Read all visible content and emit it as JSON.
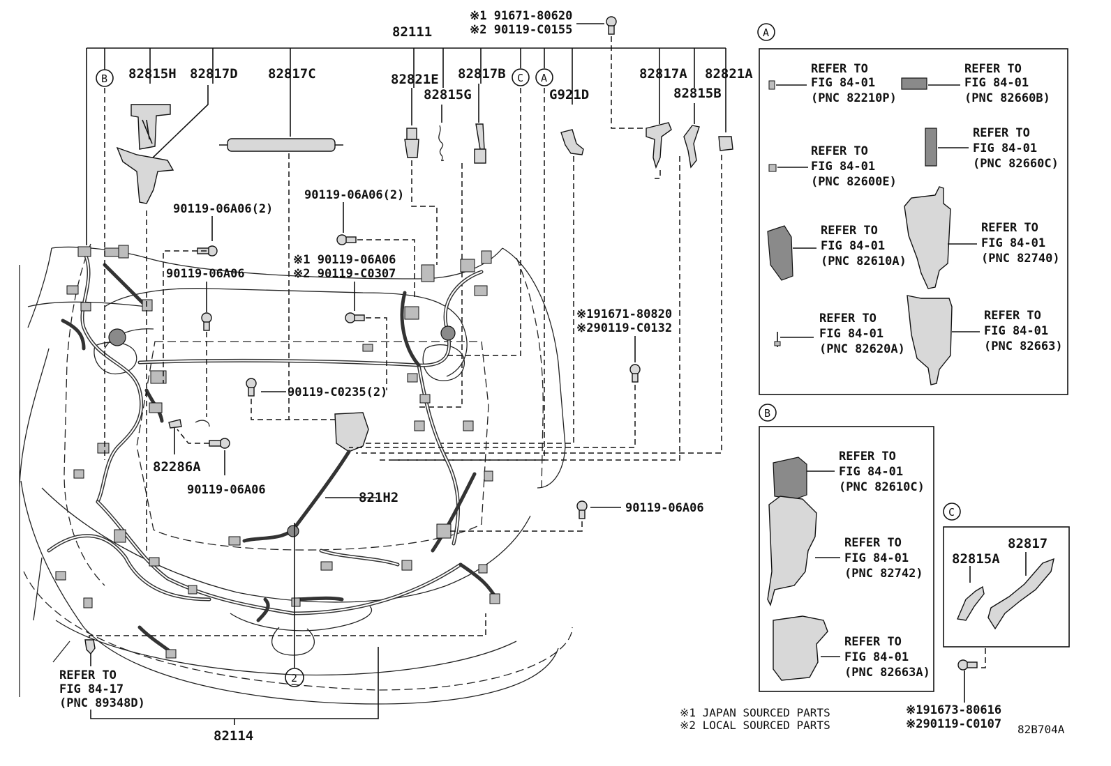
{
  "labels": {
    "harness_main": "82111",
    "harness_front": "82114",
    "p82815H": "82815H",
    "p82817D": "82817D",
    "p82817C": "82817C",
    "p82821E": "82821E",
    "p82817B": "82817B",
    "p82815G": "82815G",
    "pG921D": "G921D",
    "p82817A": "82817A",
    "p82821A": "82821A",
    "p82815B": "82815B",
    "p82286A": "82286A",
    "p821H2": "821H2",
    "bolt_top_1": "※1 91671-80620",
    "bolt_top_2": "※2 90119-C0155",
    "bolt_a": "90119-06A06(2)",
    "bolt_b": "90119-06A06",
    "bolt_c": "90119-06A06(2)",
    "bolt_d1": "※1 90119-06A06",
    "bolt_d2": "※2 90119-C0307",
    "bolt_e1": "※191671-80820",
    "bolt_e2": "※290119-C0132",
    "bolt_f": "90119-C0235(2)",
    "bolt_g": "90119-06A06",
    "bolt_h": "90119-06A06",
    "ref_front_1": "REFER TO",
    "ref_front_2": "FIG 84-17",
    "ref_front_3": "(PNC 89348D)"
  },
  "circles": {
    "A": "A",
    "B": "B",
    "C": "C",
    "two": "2"
  },
  "panel_a": {
    "title": "A",
    "refs": [
      {
        "l1": "REFER TO",
        "l2": "FIG 84-01",
        "l3": "(PNC 82210P)"
      },
      {
        "l1": "REFER TO",
        "l2": "FIG 84-01",
        "l3": "(PNC 82660B)"
      },
      {
        "l1": "REFER TO",
        "l2": "FIG 84-01",
        "l3": "(PNC 82600E)"
      },
      {
        "l1": "REFER TO",
        "l2": "FIG 84-01",
        "l3": "(PNC 82660C)"
      },
      {
        "l1": "REFER TO",
        "l2": "FIG 84-01",
        "l3": "(PNC 82610A)"
      },
      {
        "l1": "REFER TO",
        "l2": "FIG 84-01",
        "l3": "(PNC 82740)"
      },
      {
        "l1": "REFER TO",
        "l2": "FIG 84-01",
        "l3": "(PNC 82620A)"
      },
      {
        "l1": "REFER TO",
        "l2": "FIG 84-01",
        "l3": "(PNC 82663)"
      }
    ]
  },
  "panel_b": {
    "title": "B",
    "refs": [
      {
        "l1": "REFER TO",
        "l2": "FIG 84-01",
        "l3": "(PNC 82610C)"
      },
      {
        "l1": "REFER TO",
        "l2": "FIG 84-01",
        "l3": "(PNC 82742)"
      },
      {
        "l1": "REFER TO",
        "l2": "FIG 84-01",
        "l3": "(PNC 82663A)"
      }
    ]
  },
  "panel_c": {
    "title": "C",
    "p1": "82815A",
    "p2": "82817",
    "bolt1": "※191673-80616",
    "bolt2": "※290119-C0107"
  },
  "notes": {
    "n1": "※1 JAPAN SOURCED PARTS",
    "n2": "※2 LOCAL SOURCED PARTS",
    "code": "82B704A"
  }
}
